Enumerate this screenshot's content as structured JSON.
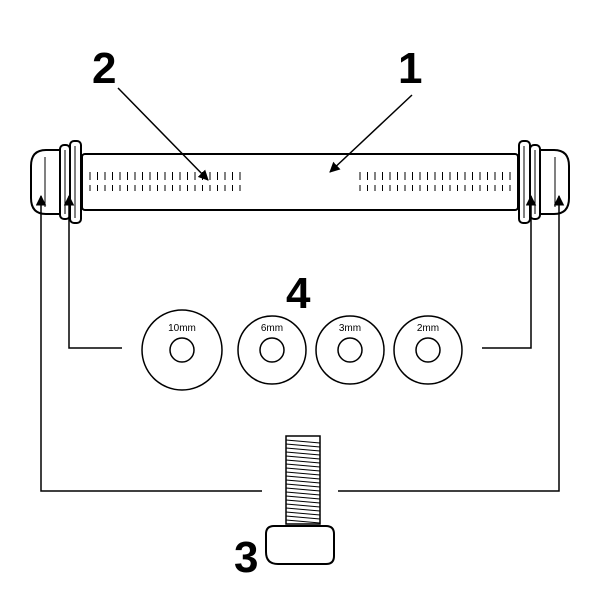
{
  "callouts": {
    "axle": "1",
    "scale": "2",
    "bolt": "3",
    "spacers": "4"
  },
  "spacers": [
    {
      "label": "10mm"
    },
    {
      "label": "6mm"
    },
    {
      "label": "3mm"
    },
    {
      "label": "2mm"
    }
  ],
  "colors": {
    "line": "#000000",
    "fill": "#ffffff"
  }
}
